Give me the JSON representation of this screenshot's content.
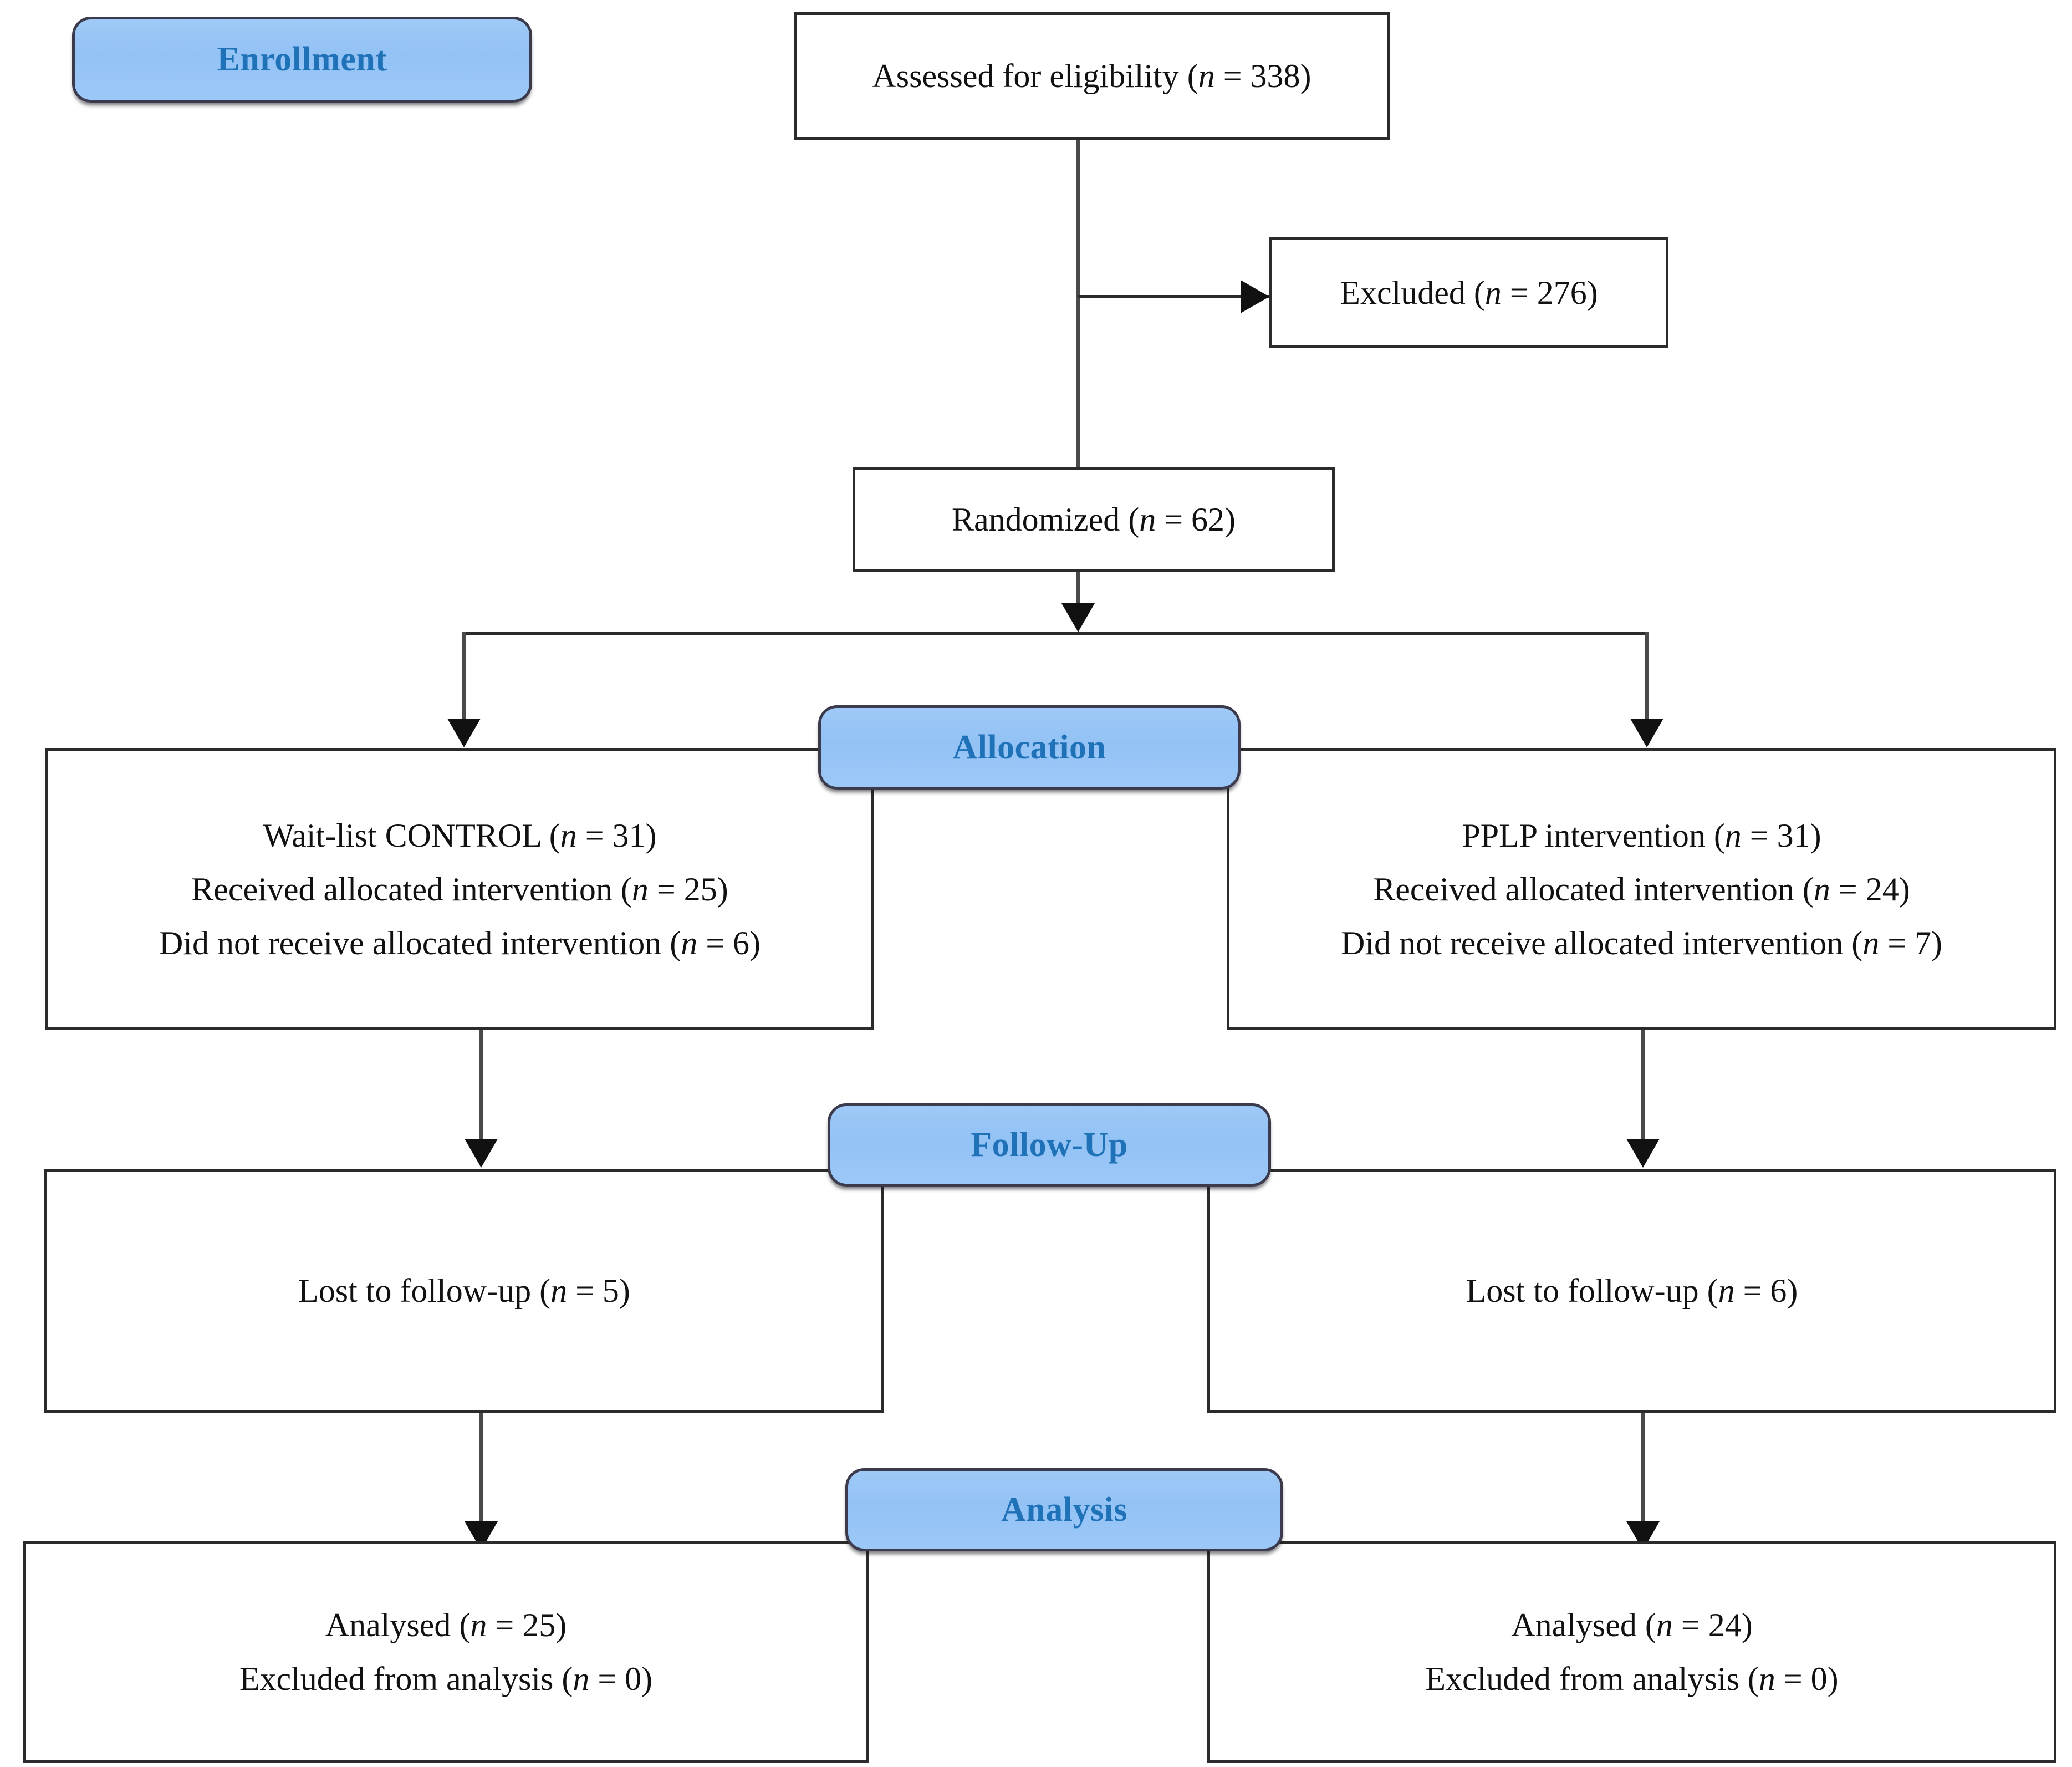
{
  "diagram": {
    "type": "CONSORT participant flow diagram",
    "stages": [
      {
        "id": "enrollment",
        "label": "Enrollment"
      },
      {
        "id": "allocation",
        "label": "Allocation"
      },
      {
        "id": "followup",
        "label": "Follow-Up"
      },
      {
        "id": "analysis",
        "label": "Analysis"
      }
    ],
    "nodes": {
      "assessed": {
        "lines": [
          {
            "pre": "Assessed for eligibility (",
            "sym": "n",
            "post": " = 338)"
          }
        ]
      },
      "excluded": {
        "lines": [
          {
            "pre": "Excluded  (",
            "sym": "n",
            "post": " = 276)"
          }
        ]
      },
      "randomized": {
        "lines": [
          {
            "pre": "Randomized (",
            "sym": "n",
            "post": " = 62)"
          }
        ]
      },
      "alloc_left": {
        "lines": [
          {
            "pre": "Wait-list CONTROL (",
            "sym": "n",
            "post": " = 31)"
          },
          {
            "pre": "Received allocated intervention (",
            "sym": "n",
            "post": " = 25)"
          },
          {
            "pre": "Did  not receive allocated intervention (",
            "sym": "n",
            "post": " = 6)"
          }
        ]
      },
      "alloc_right": {
        "lines": [
          {
            "pre": "PPLP intervention (",
            "sym": "n",
            "post": " = 31)"
          },
          {
            "pre": "Received allocated intervention (",
            "sym": "n",
            "post": " = 24)"
          },
          {
            "pre": "Did  not receive allocated intervention (",
            "sym": "n",
            "post": " = 7)"
          }
        ]
      },
      "follow_left": {
        "lines": [
          {
            "pre": "Lost to follow-up (",
            "sym": "n",
            "post": " = 5)"
          }
        ]
      },
      "follow_right": {
        "lines": [
          {
            "pre": "Lost to follow-up (",
            "sym": "n",
            "post": " = 6)"
          }
        ]
      },
      "analysis_left": {
        "lines": [
          {
            "pre": "Analysed (",
            "sym": "n",
            "post": " = 25)"
          },
          {
            "pre": "Excluded  from analysis (",
            "sym": "n",
            "post": " = 0)"
          }
        ]
      },
      "analysis_right": {
        "lines": [
          {
            "pre": "Analysed (",
            "sym": "n",
            "post": " = 24)"
          },
          {
            "pre": "Excluded  from analysis (",
            "sym": "n",
            "post": " = 0)"
          }
        ]
      }
    },
    "counts": {
      "assessed_for_eligibility": 338,
      "excluded": 276,
      "randomized": 62,
      "control_allocated": 31,
      "control_received": 25,
      "control_not_received": 6,
      "control_lost_to_followup": 5,
      "control_analysed": 25,
      "control_excluded_from_analysis": 0,
      "pplp_allocated": 31,
      "pplp_received": 24,
      "pplp_not_received": 7,
      "pplp_lost_to_followup": 6,
      "pplp_analysed": 24,
      "pplp_excluded_from_analysis": 0
    },
    "colors": {
      "badge_fill": "#9cc8f8",
      "badge_text": "#1f72b8",
      "badge_border": "#3b3b4d",
      "box_border": "#2b2b2b",
      "box_text": "#111111",
      "connector": "#2b2b2b",
      "background": "#ffffff"
    }
  }
}
